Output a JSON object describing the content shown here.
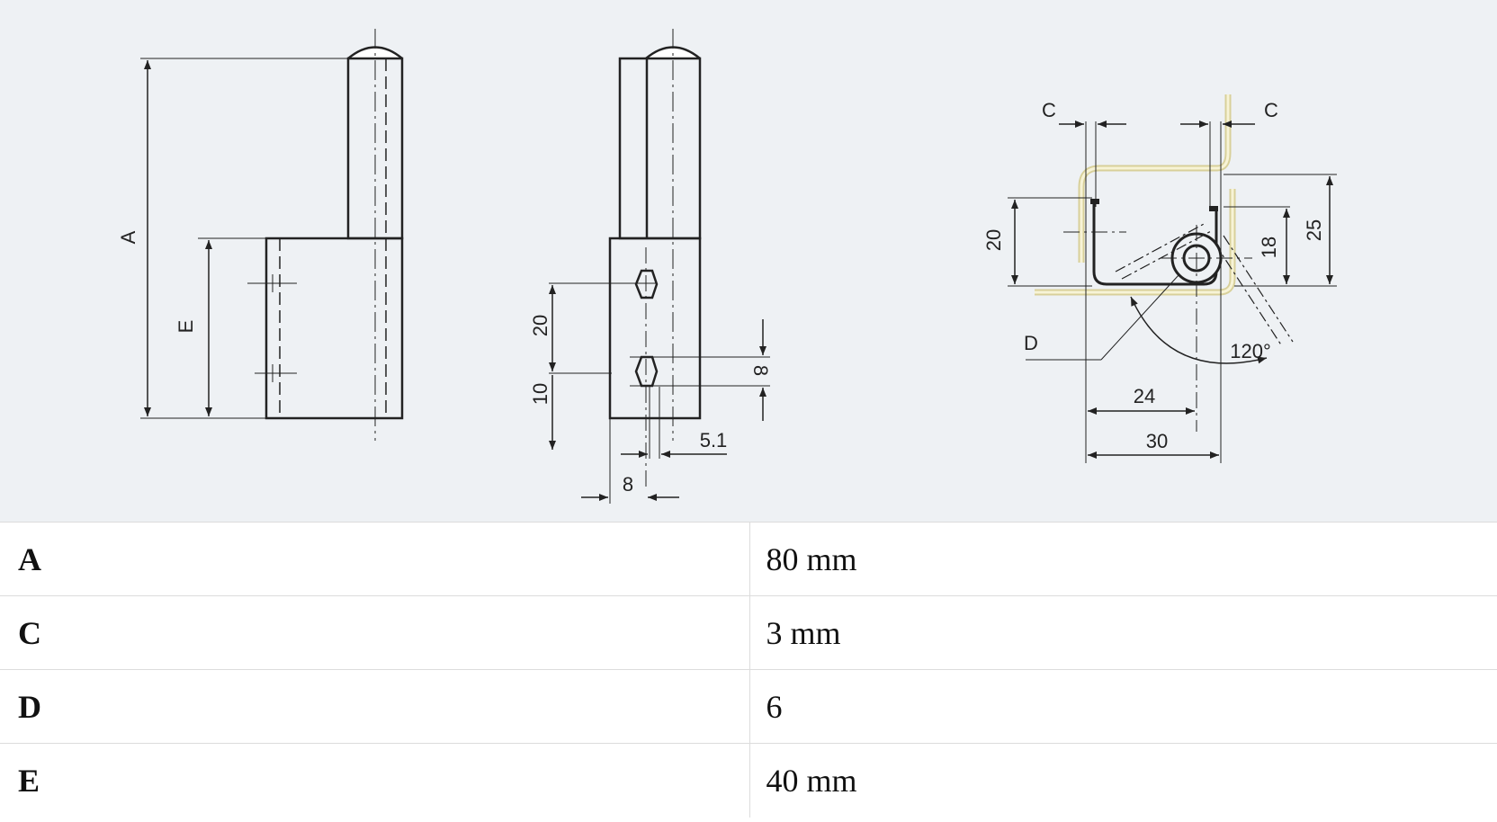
{
  "drawing": {
    "labels": {
      "A": "A",
      "E": "E",
      "C_left": "C",
      "C_right": "C",
      "D": "D",
      "dim_20_front": "20",
      "dim_10_front": "10",
      "dim_8_front": "8",
      "dim_5_1": "5.1",
      "dim_8_bottom": "8",
      "dim_20_top": "20",
      "dim_18": "18",
      "dim_25": "25",
      "dim_24": "24",
      "dim_30": "30",
      "angle_120": "120°"
    }
  },
  "table": {
    "rows": [
      {
        "param": "A",
        "value": "80 mm"
      },
      {
        "param": "C",
        "value": "3 mm"
      },
      {
        "param": "D",
        "value": "6"
      },
      {
        "param": "E",
        "value": "40 mm"
      }
    ]
  }
}
